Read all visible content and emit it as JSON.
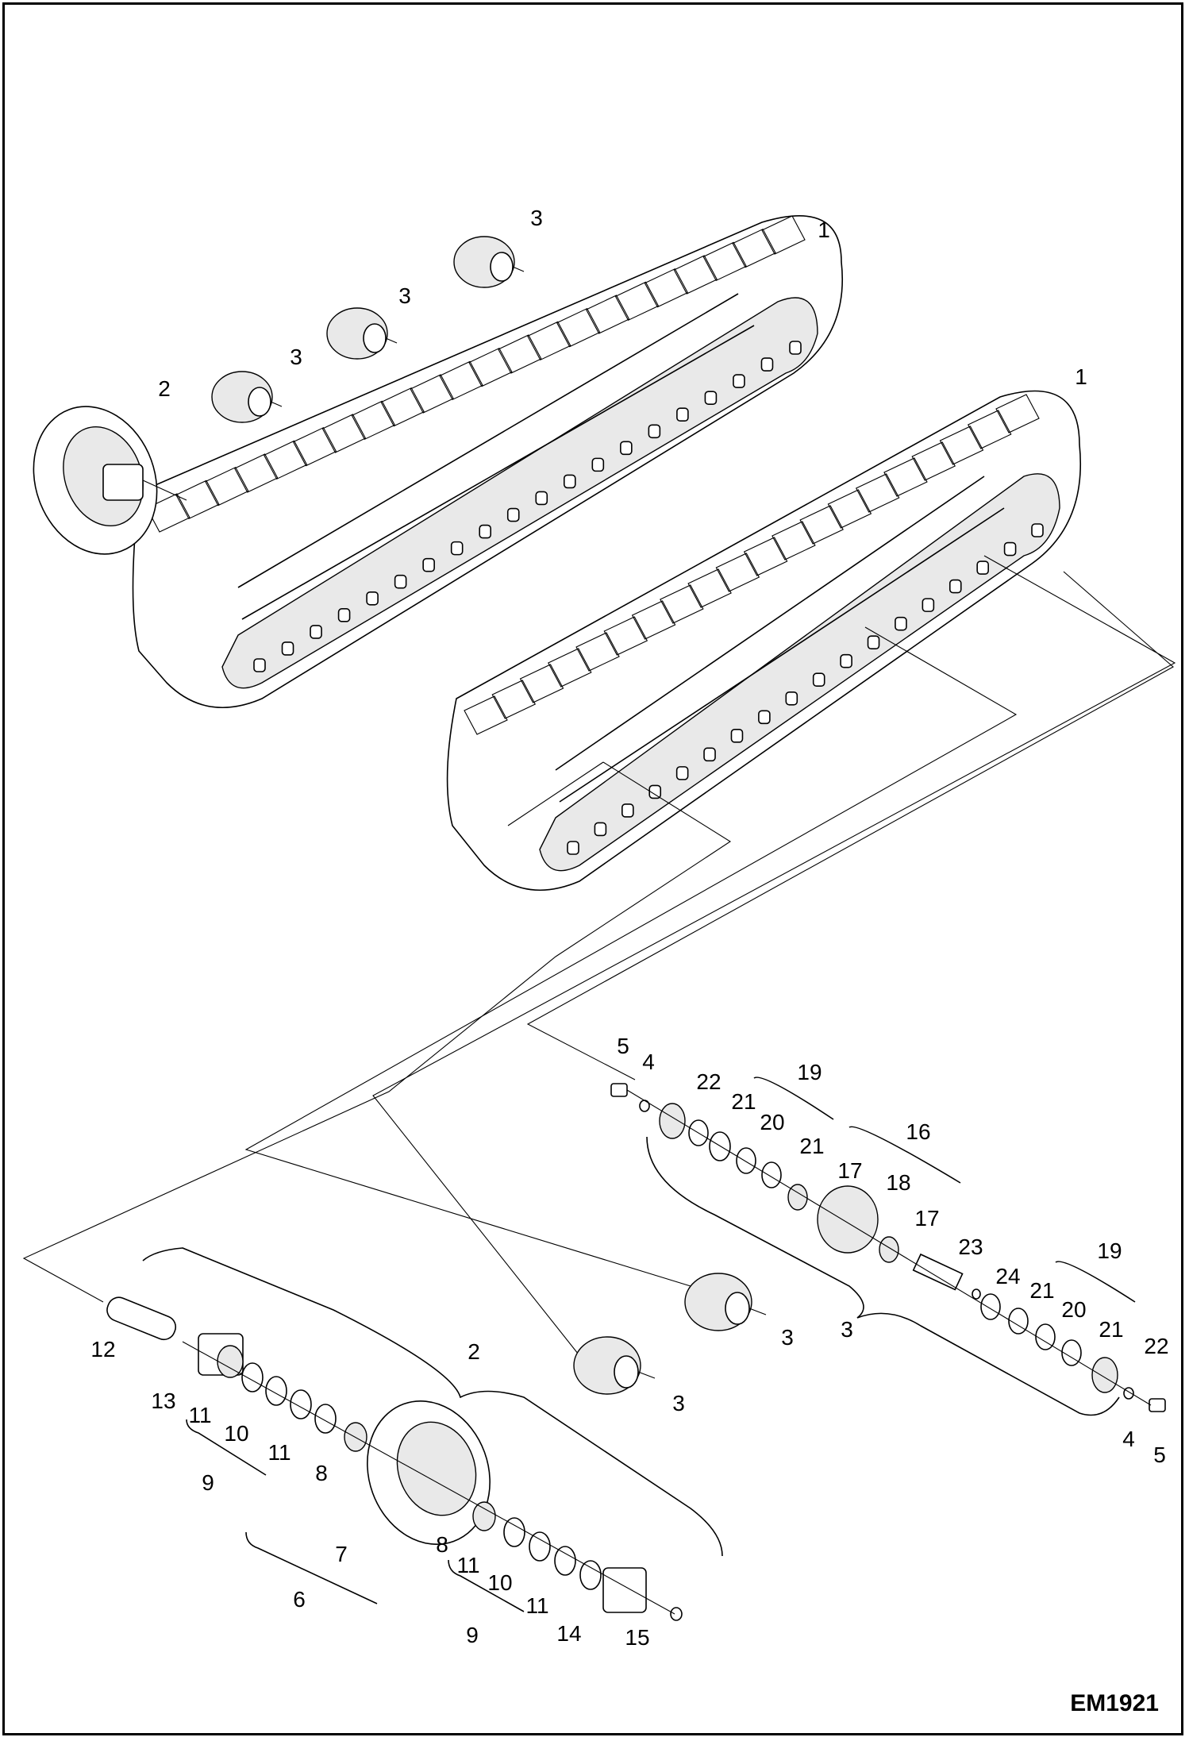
{
  "figure_code": "EM1921",
  "callouts": {
    "track_left": "1",
    "track_right": "1",
    "idler_top": "2",
    "roller_top_1": "3",
    "roller_top_2": "3",
    "roller_top_3": "3",
    "roller_exp_1": "3",
    "roller_exp_2": "3",
    "roller_assembly": "3",
    "idler_assembly": "2",
    "bolt_top": "5",
    "washer_top": "4",
    "collar_22_top": "22",
    "seal_kit_19_top": "19",
    "ring_21_a": "21",
    "ring_20_top": "20",
    "ring_21_b": "21",
    "bushing_kit_16": "16",
    "bushing_17_a": "17",
    "roller_body_18": "18",
    "bushing_17_b": "17",
    "shaft_23": "23",
    "oring_24": "24",
    "seal_kit_19_bot": "19",
    "ring_21_c": "21",
    "ring_20_bot": "20",
    "ring_21_d": "21",
    "collar_22_bot": "22",
    "washer_bot": "4",
    "bolt_bot": "5",
    "shaft_12": "12",
    "bracket_13": "13",
    "ring_11_a": "11",
    "ring_10_a": "10",
    "ring_11_b": "11",
    "seal_kit_9_a": "9",
    "bushing_8_a": "8",
    "idler_wheel_7": "7",
    "bushing_kit_6": "6",
    "bushing_8_b": "8",
    "ring_11_c": "11",
    "ring_10_b": "10",
    "ring_11_d": "11",
    "seal_kit_9_b": "9",
    "bracket_14": "14",
    "plug_15": "15"
  }
}
